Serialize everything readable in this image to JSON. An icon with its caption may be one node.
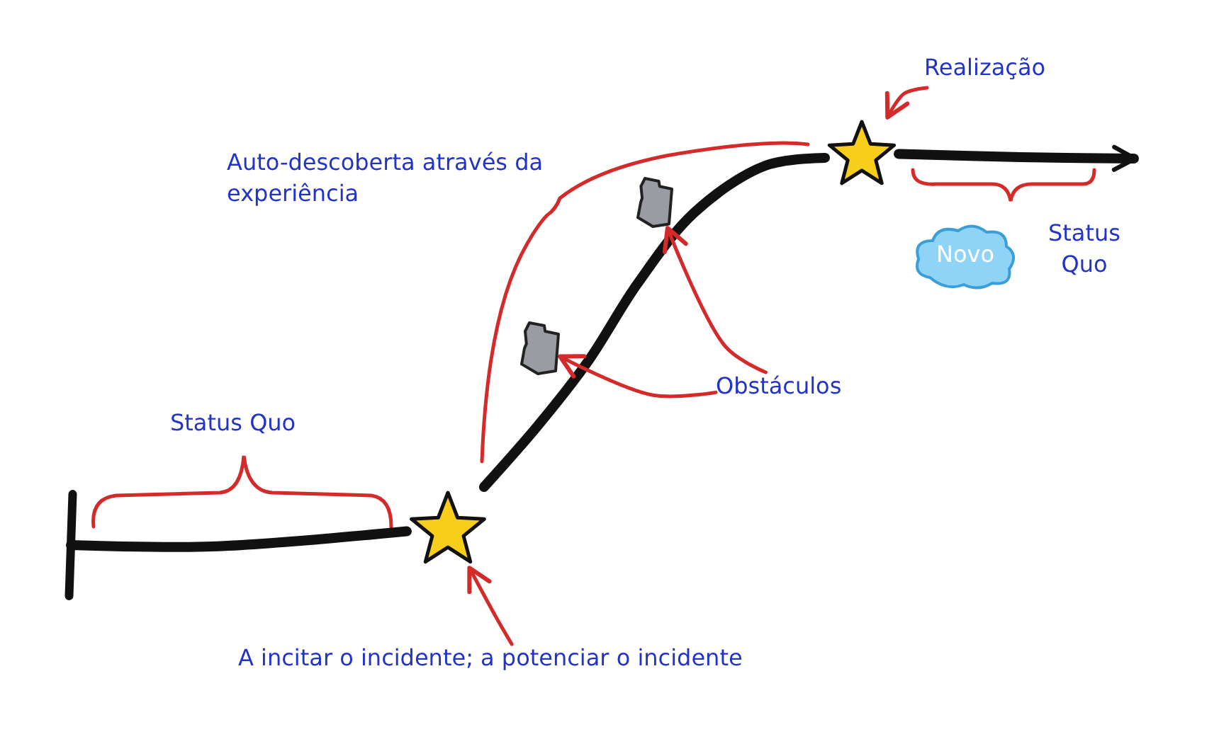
{
  "diagram": {
    "nodes": [
      {
        "text": [],
        "shape": "star"
      },
      {
        "text": [],
        "shape": "star"
      },
      {
        "text": [],
        "shape": "box"
      },
      {
        "text": [],
        "shape": "box"
      },
      {
        "text": [
          "Realização"
        ]
      },
      {
        "text": [
          "A incitar o incidente; a potenciar o incidente"
        ]
      },
      {
        "text": [
          "Obstáculos"
        ]
      },
      {
        "text": [
          "Novo"
        ]
      }
    ],
    "edges": [
      {
        "from": null,
        "to": 0,
        "arrow": "other",
        "style": "thick",
        "color": "#111111"
      },
      {
        "from": 0,
        "to": 1,
        "arrow": "none",
        "style": "thick",
        "color": "#111111"
      },
      {
        "from": 1,
        "to": null,
        "arrow": "to",
        "style": "thick",
        "color": "#111111"
      },
      {
        "from": 4,
        "to": 1,
        "arrow": "to"
      },
      {
        "from": 5,
        "to": 0,
        "arrow": "to"
      },
      {
        "from": 6,
        "to": 2,
        "arrow": "to"
      },
      {
        "from": 6,
        "to": 3,
        "arrow": "to"
      }
    ],
    "labels": [
      "Status Quo",
      "Auto-descoberta através da experiência",
      "Status Quo"
    ]
  }
}
